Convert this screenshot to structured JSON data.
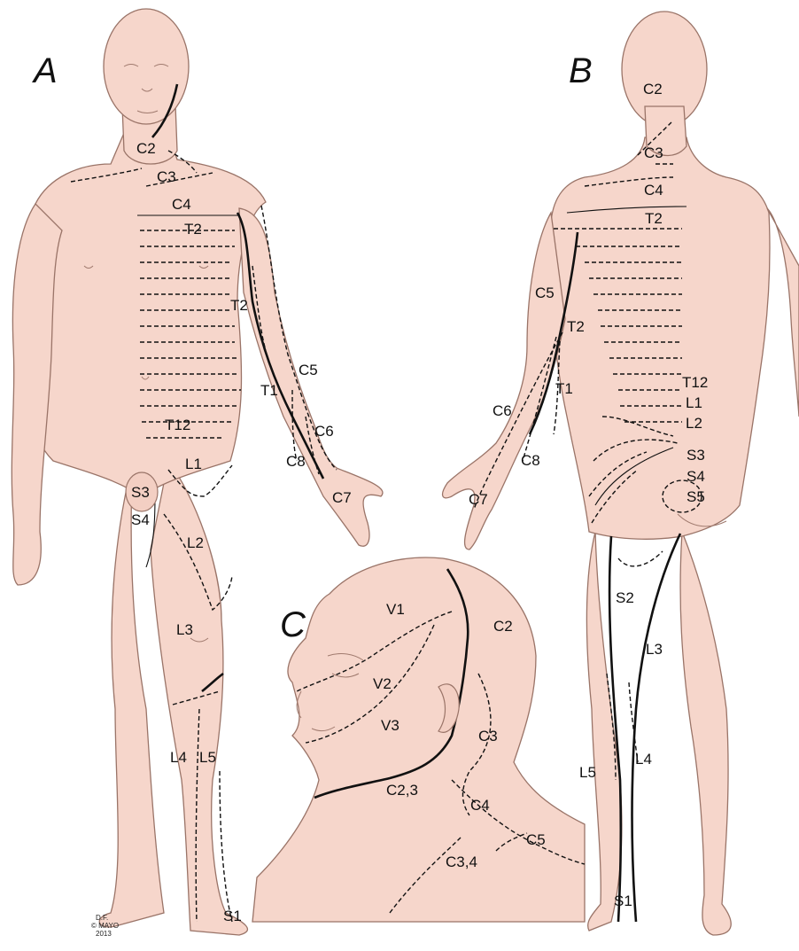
{
  "panels": {
    "A": "A",
    "B": "B",
    "C": "C"
  },
  "labels_A": [
    "C2",
    "C3",
    "C4",
    "T2",
    "T2",
    "C5",
    "T1",
    "C6",
    "C8",
    "C7",
    "T12",
    "L1",
    "S3",
    "S4",
    "L2",
    "L3",
    "L4",
    "L5",
    "S1"
  ],
  "labels_B": [
    "C2",
    "C3",
    "C4",
    "T2",
    "C5",
    "T2",
    "T1",
    "C6",
    "C8",
    "C7",
    "T12",
    "L1",
    "L2",
    "S3",
    "S4",
    "S5",
    "S2",
    "L3",
    "L5",
    "L4",
    "S1"
  ],
  "labels_C": [
    "V1",
    "C2",
    "V2",
    "V3",
    "C3",
    "C2,3",
    "C4",
    "C5",
    "C3,4"
  ],
  "credit": {
    "line1": "D.F.",
    "line2": "© MAYO",
    "line3": "2013"
  },
  "colors": {
    "skin": "#f6d6cb",
    "line": "#111111"
  }
}
